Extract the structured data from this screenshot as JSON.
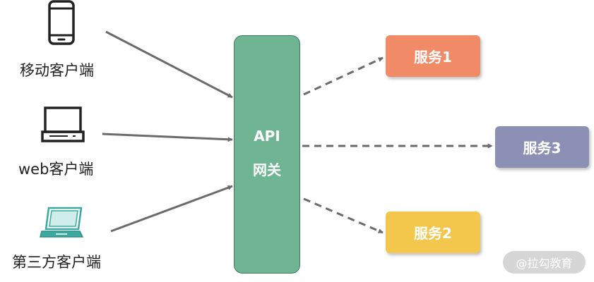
{
  "clients": [
    {
      "icon": "mobile-phone-icon",
      "label": "移动客户端"
    },
    {
      "icon": "laptop-icon",
      "label": "web客户端"
    },
    {
      "icon": "laptop-icon",
      "label": "第三方客户端"
    }
  ],
  "gateway": {
    "line1": "API",
    "line2": "网关",
    "color": "#6fb593"
  },
  "services": [
    {
      "label": "服务1",
      "color": "#f08a67"
    },
    {
      "label": "服务3",
      "color": "#8c90b4"
    },
    {
      "label": "服务2",
      "color": "#f2c74b"
    }
  ],
  "watermark": "@拉勾教育",
  "colors": {
    "arrow": "#6b6b6b",
    "third_party_icon": "#3aa9a0"
  }
}
